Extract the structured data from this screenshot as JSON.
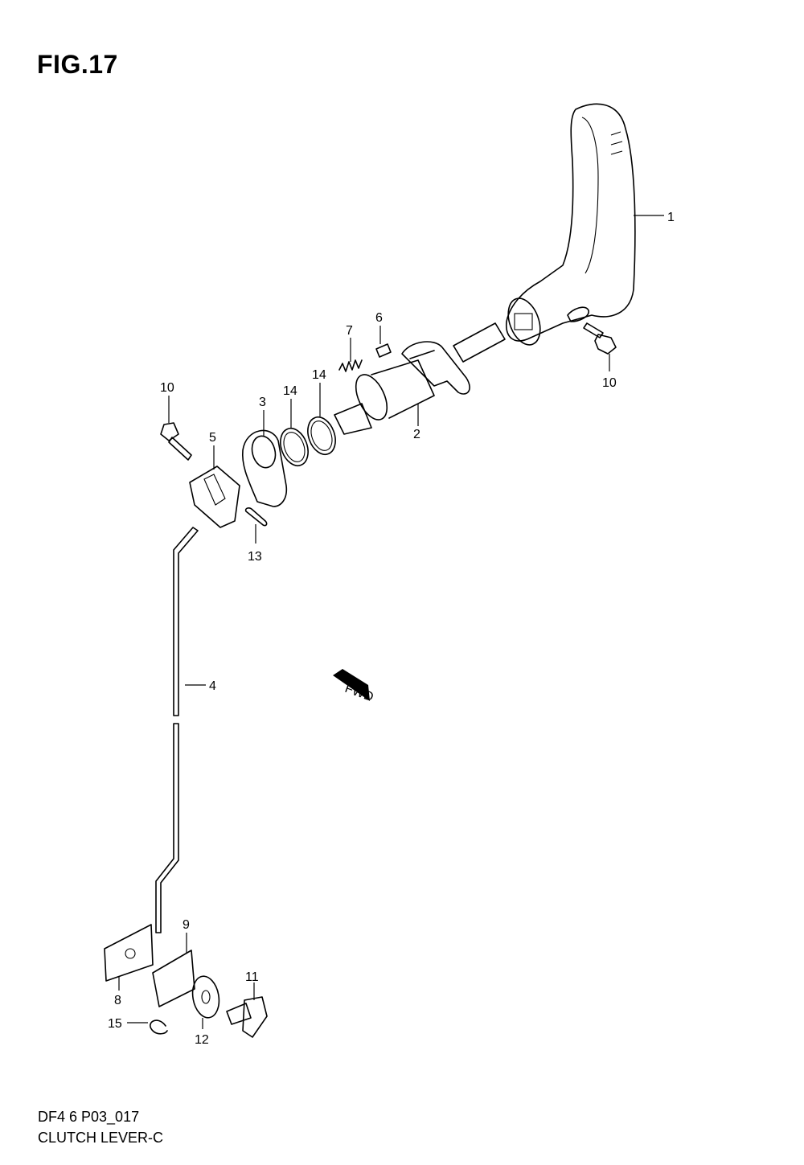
{
  "figure": {
    "title": "FIG.17",
    "footer_code": "DF4 6 P03_017",
    "footer_name": "CLUTCH LEVER-C"
  },
  "fwd_label": "FWD",
  "callouts": [
    {
      "id": "1",
      "label": "1"
    },
    {
      "id": "2",
      "label": "2"
    },
    {
      "id": "3",
      "label": "3"
    },
    {
      "id": "4",
      "label": "4"
    },
    {
      "id": "5",
      "label": "5"
    },
    {
      "id": "6",
      "label": "6"
    },
    {
      "id": "7",
      "label": "7"
    },
    {
      "id": "8",
      "label": "8"
    },
    {
      "id": "9",
      "label": "9"
    },
    {
      "id": "10a",
      "label": "10"
    },
    {
      "id": "10b",
      "label": "10"
    },
    {
      "id": "11",
      "label": "11"
    },
    {
      "id": "12",
      "label": "12"
    },
    {
      "id": "13",
      "label": "13"
    },
    {
      "id": "14a",
      "label": "14"
    },
    {
      "id": "14b",
      "label": "14"
    },
    {
      "id": "15",
      "label": "15"
    }
  ]
}
